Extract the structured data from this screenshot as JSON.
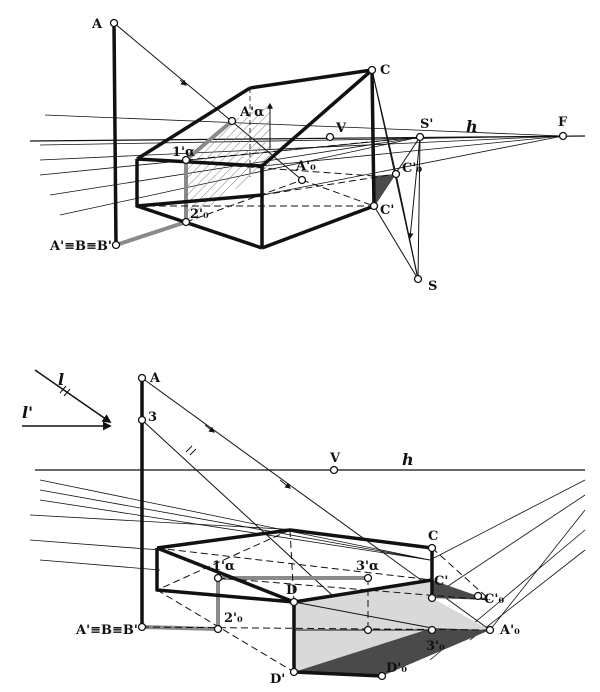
{
  "colors": {
    "ink": "#111111",
    "edge_gray": "#8a8a8a",
    "shadow_light": "#d9d9d9",
    "shadow_dark": "#4a4a4a",
    "hatch": "#777777",
    "background": "#ffffff"
  },
  "top_figure": {
    "labels": {
      "A": "A",
      "A_base": "A'≡B≡B'",
      "A_alpha": "A'α",
      "one_alpha": "1'α",
      "two_zero": "2'₀",
      "A_zero": "A'₀",
      "C": "C",
      "C_prime": "C'",
      "C_zero": "C'₀",
      "V": "V",
      "S_prime": "S'",
      "S": "S",
      "h": "h",
      "F": "F"
    }
  },
  "bottom_figure": {
    "labels": {
      "A": "A",
      "three": "3",
      "l": "l",
      "l_prime": "l'",
      "V": "V",
      "h": "h",
      "one_alpha": "1'α",
      "three_alpha": "3'α",
      "C": "C",
      "C_prime": "C'",
      "C_zero": "C'₀",
      "D": "D",
      "two_zero": "2'₀",
      "three_zero": "3'₀",
      "A_zero": "A'₀",
      "A_base": "A'≡B≡B'",
      "D_prime": "D'",
      "D_zero": "D'₀"
    }
  }
}
